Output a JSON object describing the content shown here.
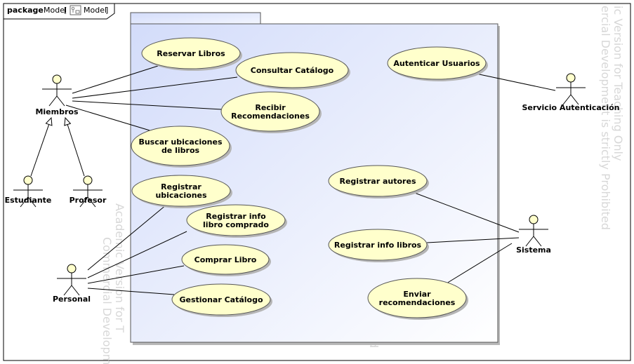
{
  "diagram": {
    "frame": {
      "keyword": "package",
      "name": "Model",
      "icon": "model-icon",
      "tab_label": "Model"
    },
    "watermarks": [
      "ic Version for Teaching Only",
      "ercial Development is strictly Prohibited",
      "Academic Version for T",
      "Commercial Developm",
      "d"
    ],
    "use_cases": [
      {
        "id": "reservar-libros",
        "lines": [
          "Reservar Libros"
        ]
      },
      {
        "id": "consultar-catalogo",
        "lines": [
          "Consultar Catálogo"
        ]
      },
      {
        "id": "recibir-recomendaciones",
        "lines": [
          "Recibir",
          "Recomendaciones"
        ]
      },
      {
        "id": "buscar-ubicaciones",
        "lines": [
          "Buscar ubicaciones",
          "de libros"
        ]
      },
      {
        "id": "registrar-ubicaciones",
        "lines": [
          "Registrar",
          "ubicaciones"
        ]
      },
      {
        "id": "registrar-info-libro-comprado",
        "lines": [
          "Registrar info",
          "libro comprado"
        ]
      },
      {
        "id": "comprar-libro",
        "lines": [
          "Comprar Libro"
        ]
      },
      {
        "id": "gestionar-catalogo",
        "lines": [
          "Gestionar Catálogo"
        ]
      },
      {
        "id": "autenticar-usuarios",
        "lines": [
          "Autenticar Usuarios"
        ]
      },
      {
        "id": "registrar-autores",
        "lines": [
          "Registrar autores"
        ]
      },
      {
        "id": "registrar-info-libros",
        "lines": [
          "Registrar info libros"
        ]
      },
      {
        "id": "enviar-recomendaciones",
        "lines": [
          "Enviar",
          "recomendaciones"
        ]
      }
    ],
    "actors": [
      {
        "id": "miembros",
        "label": "Miembros"
      },
      {
        "id": "estudiante",
        "label": "Estudiante"
      },
      {
        "id": "profesor",
        "label": "Profesor"
      },
      {
        "id": "personal",
        "label": "Personal"
      },
      {
        "id": "servicio-autenticacion",
        "label": "Servicio Autenticación"
      },
      {
        "id": "sistema",
        "label": "Sistema"
      }
    ],
    "associations": [
      [
        "miembros",
        "reservar-libros"
      ],
      [
        "miembros",
        "consultar-catalogo"
      ],
      [
        "miembros",
        "recibir-recomendaciones"
      ],
      [
        "miembros",
        "buscar-ubicaciones"
      ],
      [
        "personal",
        "registrar-ubicaciones"
      ],
      [
        "personal",
        "registrar-info-libro-comprado"
      ],
      [
        "personal",
        "comprar-libro"
      ],
      [
        "personal",
        "gestionar-catalogo"
      ],
      [
        "servicio-autenticacion",
        "autenticar-usuarios"
      ],
      [
        "sistema",
        "registrar-autores"
      ],
      [
        "sistema",
        "registrar-info-libros"
      ],
      [
        "sistema",
        "enviar-recomendaciones"
      ]
    ],
    "generalizations": [
      [
        "estudiante",
        "miembros"
      ],
      [
        "profesor",
        "miembros"
      ]
    ],
    "colors": {
      "use_case_fill": "#ffffcc",
      "actor_head_fill": "#ffffcc",
      "package_fill_start": "#d3dcfa",
      "package_fill_end": "#ffffff",
      "stroke": "#000000"
    }
  }
}
